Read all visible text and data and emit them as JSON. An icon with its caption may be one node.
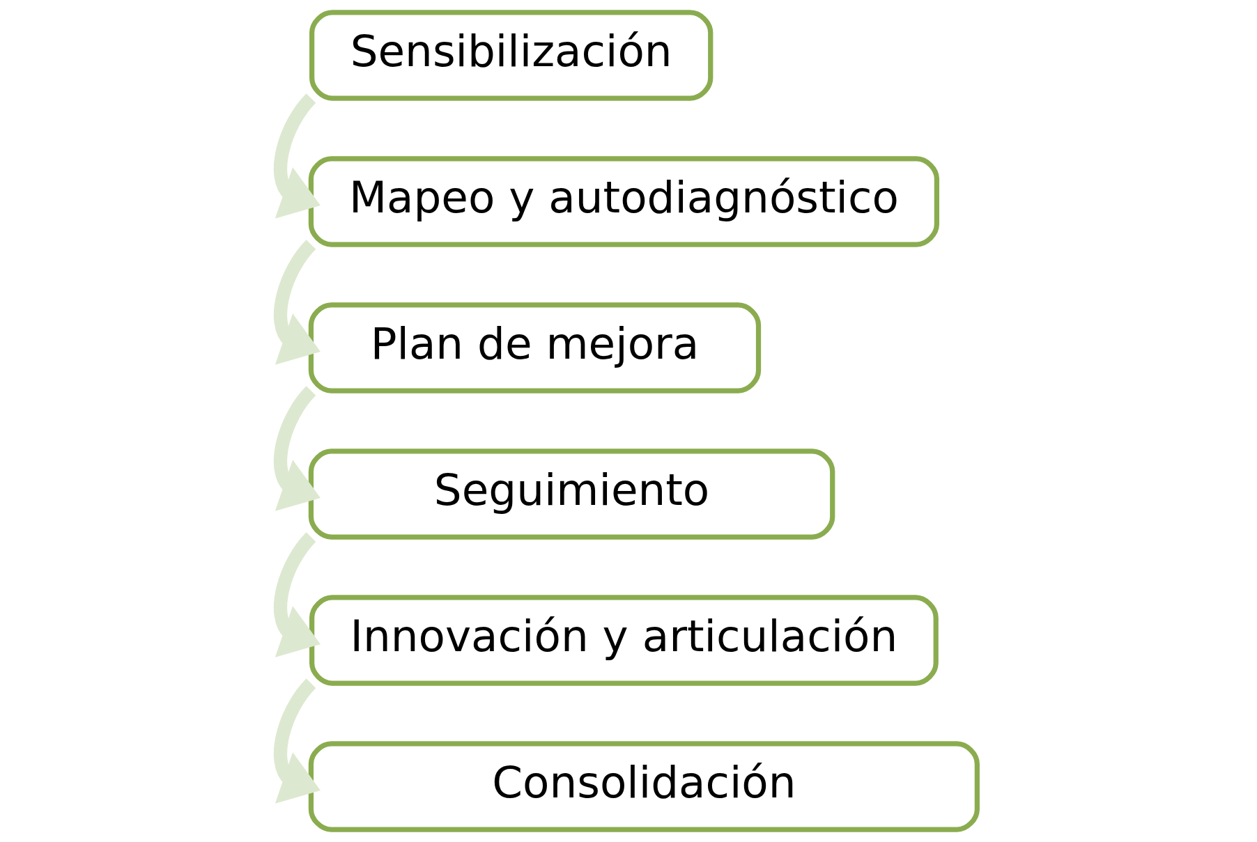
{
  "diagram": {
    "nodes": [
      {
        "text": [
          "Sensibilización"
        ]
      },
      {
        "text": [
          "Mapeo y autodiagnóstico"
        ]
      },
      {
        "text": [
          "Plan de mejora"
        ]
      },
      {
        "text": [
          "Seguimiento"
        ]
      },
      {
        "text": [
          "Innovación y articulación"
        ]
      },
      {
        "text": [
          "Consolidación"
        ]
      }
    ],
    "edges": [
      {
        "from": 0,
        "to": 1,
        "arrow": "to"
      },
      {
        "from": 1,
        "to": 2,
        "arrow": "to"
      },
      {
        "from": 2,
        "to": 3,
        "arrow": "to"
      },
      {
        "from": 3,
        "to": 4,
        "arrow": "to"
      },
      {
        "from": 4,
        "to": 5,
        "arrow": "to"
      }
    ]
  }
}
